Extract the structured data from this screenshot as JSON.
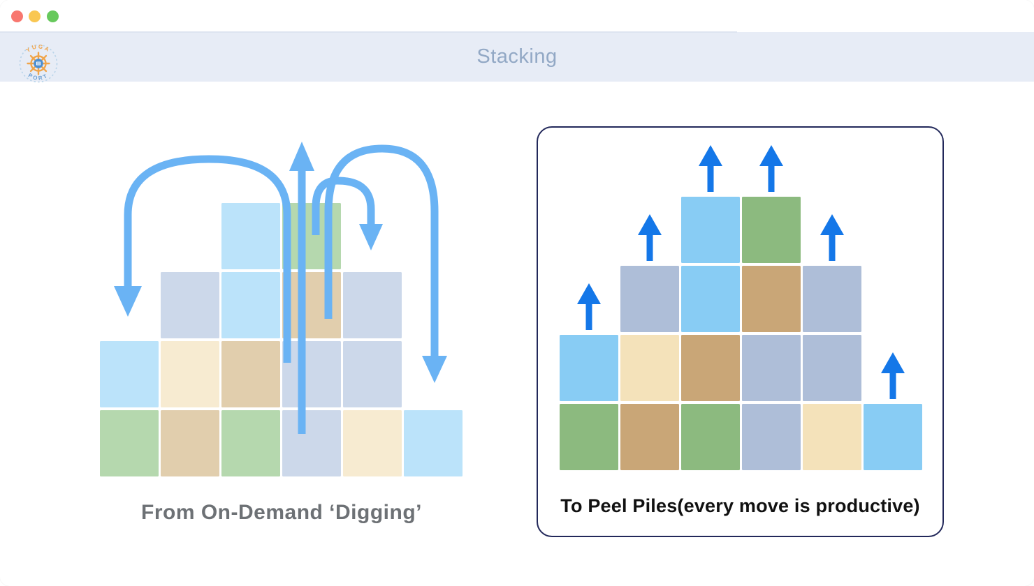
{
  "window": {
    "title": "Stacking",
    "title_color": "#92a8c5",
    "header_bg": "#e7ecf6",
    "traffic_lights": {
      "close": "#f8776f",
      "minimize": "#f9c752",
      "zoom": "#67c95c"
    },
    "logo": {
      "top_text": "YUGA",
      "bottom_text": "PORT",
      "ring_color": "#f0a449",
      "top_text_color": "#f0a449",
      "bottom_text_color": "#6b9fd2",
      "center_color": "#4d8fd1",
      "dash_color": "#b9d4ea"
    }
  },
  "left_diagram": {
    "caption": "From On-Demand ‘Digging’",
    "caption_color": "#6d7175",
    "arrow_color": "#6ab3f4",
    "palette": {
      "lightblue": "#bbe3fa",
      "green": "#b5d8ae",
      "grayblue": "#ccd8ea",
      "tan": "#e1cead",
      "cream": "#f7ebd1"
    },
    "cells": [
      {
        "row": 0,
        "col": 2,
        "color": "lightblue"
      },
      {
        "row": 0,
        "col": 3,
        "color": "green"
      },
      {
        "row": 1,
        "col": 1,
        "color": "grayblue"
      },
      {
        "row": 1,
        "col": 2,
        "color": "lightblue"
      },
      {
        "row": 1,
        "col": 3,
        "color": "tan"
      },
      {
        "row": 1,
        "col": 4,
        "color": "grayblue"
      },
      {
        "row": 2,
        "col": 0,
        "color": "lightblue"
      },
      {
        "row": 2,
        "col": 1,
        "color": "cream"
      },
      {
        "row": 2,
        "col": 2,
        "color": "tan"
      },
      {
        "row": 2,
        "col": 3,
        "color": "grayblue"
      },
      {
        "row": 2,
        "col": 4,
        "color": "grayblue"
      },
      {
        "row": 3,
        "col": 0,
        "color": "green"
      },
      {
        "row": 3,
        "col": 1,
        "color": "tan"
      },
      {
        "row": 3,
        "col": 2,
        "color": "green"
      },
      {
        "row": 3,
        "col": 3,
        "color": "grayblue"
      },
      {
        "row": 3,
        "col": 4,
        "color": "cream"
      },
      {
        "row": 3,
        "col": 5,
        "color": "lightblue"
      }
    ]
  },
  "right_diagram": {
    "caption": "To Peel Piles(every move is productive)",
    "caption_color": "#111111",
    "arrow_color": "#1477e8",
    "border_color": "#22285a",
    "palette": {
      "lightblue": "#88ccf4",
      "green": "#8cba7f",
      "grayblue": "#aebed8",
      "tan": "#c9a677",
      "cream": "#f4e2ba"
    },
    "cells": [
      {
        "row": 0,
        "col": 2,
        "color": "lightblue"
      },
      {
        "row": 0,
        "col": 3,
        "color": "green"
      },
      {
        "row": 1,
        "col": 1,
        "color": "grayblue"
      },
      {
        "row": 1,
        "col": 2,
        "color": "lightblue"
      },
      {
        "row": 1,
        "col": 3,
        "color": "tan"
      },
      {
        "row": 1,
        "col": 4,
        "color": "grayblue"
      },
      {
        "row": 2,
        "col": 0,
        "color": "lightblue"
      },
      {
        "row": 2,
        "col": 1,
        "color": "cream"
      },
      {
        "row": 2,
        "col": 2,
        "color": "tan"
      },
      {
        "row": 2,
        "col": 3,
        "color": "grayblue"
      },
      {
        "row": 2,
        "col": 4,
        "color": "grayblue"
      },
      {
        "row": 3,
        "col": 0,
        "color": "green"
      },
      {
        "row": 3,
        "col": 1,
        "color": "tan"
      },
      {
        "row": 3,
        "col": 2,
        "color": "green"
      },
      {
        "row": 3,
        "col": 3,
        "color": "grayblue"
      },
      {
        "row": 3,
        "col": 4,
        "color": "cream"
      },
      {
        "row": 3,
        "col": 5,
        "color": "lightblue"
      }
    ],
    "up_arrows": [
      {
        "col": 0,
        "above_row": 2
      },
      {
        "col": 1,
        "above_row": 1
      },
      {
        "col": 2,
        "above_row": 0
      },
      {
        "col": 3,
        "above_row": 0
      },
      {
        "col": 4,
        "above_row": 1
      },
      {
        "col": 5,
        "above_row": 3
      }
    ]
  }
}
